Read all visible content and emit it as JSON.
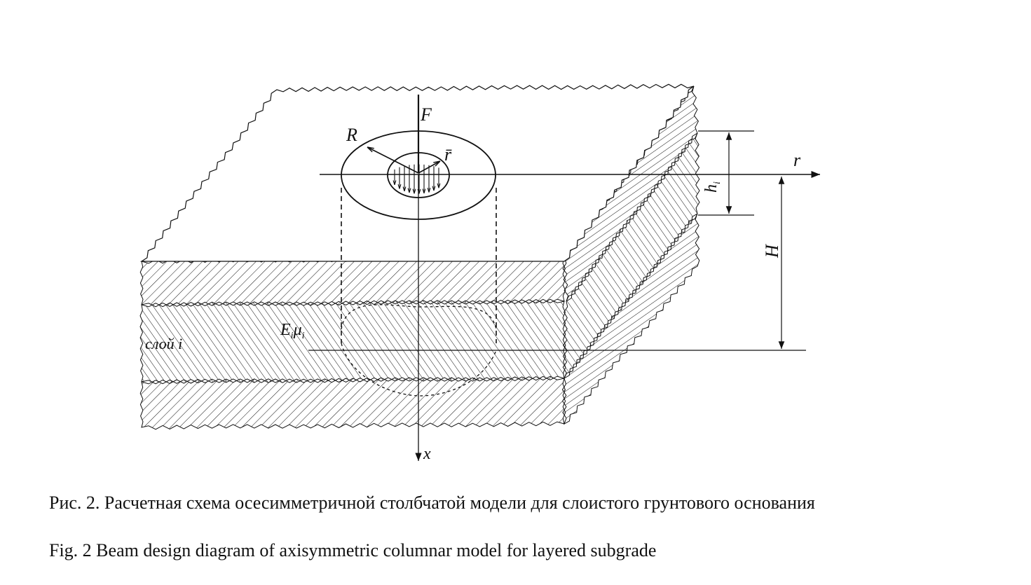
{
  "labels": {
    "force": "F",
    "radius_outer": "R",
    "radius_inner": "r̄",
    "axis_r": "r",
    "axis_x": "x",
    "layer_thickness": "h",
    "layer_thickness_sub": "i",
    "total_depth": "H",
    "layer_props": "E",
    "layer_props_sub1": "i",
    "layer_props_mu": "μ",
    "layer_props_sub2": "i",
    "layer_name": "слой i"
  },
  "captions": {
    "ru": "Рис. 2. Расчетная схема осесимметричной столбчатой модели для слоистого грунтового основания",
    "en": "Fig. 2    Beam design diagram of  axisymmetric columnar model for layered subgrade"
  },
  "colors": {
    "ink": "#111111",
    "background": "#ffffff"
  }
}
